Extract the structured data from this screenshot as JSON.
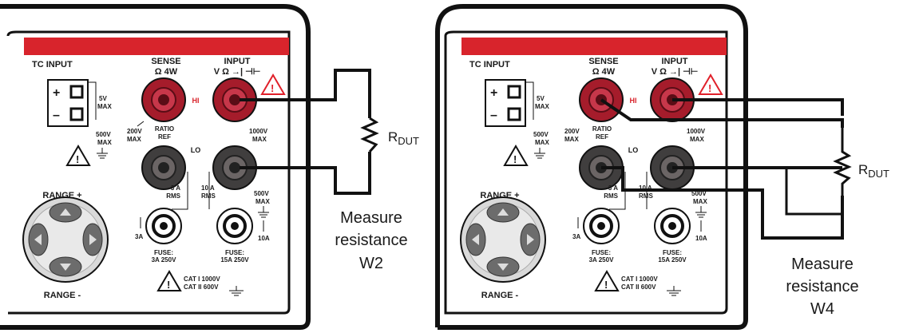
{
  "colors": {
    "panel_red": "#d8242c",
    "jack_red": "#a51c2b",
    "jack_dark": "#403e3e",
    "wire": "#111111",
    "warning_red": "#e0202a"
  },
  "panels": [
    {
      "tc_input": "TC INPUT",
      "plus": "+",
      "minus": "–",
      "v5_a": "5V",
      "v5_b": "MAX",
      "v500_a": "500V",
      "v500_b": "MAX",
      "sense_a": "SENSE",
      "sense_b": "Ω 4W",
      "input_a": "INPUT",
      "input_b": "V Ω →| ⊣⊢",
      "hi": "HI",
      "lo": "LO",
      "v200_a": "200V",
      "v200_b": "MAX",
      "ratio_a": "RATIO",
      "ratio_b": "REF",
      "v1000_a": "1000V",
      "v1000_b": "MAX",
      "a3_a": "3 A",
      "a3_b": "RMS",
      "a10_a": "10 A",
      "a10_b": "RMS",
      "v500r_a": "500V",
      "v500r_b": "MAX",
      "range_plus": "RANGE +",
      "range_minus": "RANGE -",
      "j3a": "3A",
      "j10a": "10A",
      "fuse1_a": "FUSE:",
      "fuse1_b": "3A  250V",
      "fuse2_a": "FUSE:",
      "fuse2_b": "15A  250V",
      "cat_a": "CAT I  1000V",
      "cat_b": "CAT II  600V"
    },
    {
      "tc_input": "TC INPUT",
      "plus": "+",
      "minus": "–",
      "v5_a": "5V",
      "v5_b": "MAX",
      "v500_a": "500V",
      "v500_b": "MAX",
      "sense_a": "SENSE",
      "sense_b": "Ω 4W",
      "input_a": "INPUT",
      "input_b": "V Ω →| ⊣⊢",
      "hi": "HI",
      "lo": "LO",
      "v200_a": "200V",
      "v200_b": "MAX",
      "ratio_a": "RATIO",
      "ratio_b": "REF",
      "v1000_a": "1000V",
      "v1000_b": "MAX",
      "a3_a": "3 A",
      "a3_b": "RMS",
      "a10_a": "10 A",
      "a10_b": "RMS",
      "v500r_a": "500V",
      "v500r_b": "MAX",
      "range_plus": "RANGE +",
      "range_minus": "RANGE -",
      "j3a": "3A",
      "j10a": "10A",
      "fuse1_a": "FUSE:",
      "fuse1_b": "3A  250V",
      "fuse2_a": "FUSE:",
      "fuse2_b": "15A  250V",
      "cat_a": "CAT I  1000V",
      "cat_b": "CAT II  600V"
    }
  ],
  "diagrams": [
    {
      "resistor_main": "R",
      "resistor_sub": "DUT",
      "caption_lines": [
        "Measure",
        "resistance",
        "W2"
      ]
    },
    {
      "resistor_main": "R",
      "resistor_sub": "DUT",
      "caption_lines": [
        "Measure",
        "resistance",
        "W4"
      ]
    }
  ]
}
